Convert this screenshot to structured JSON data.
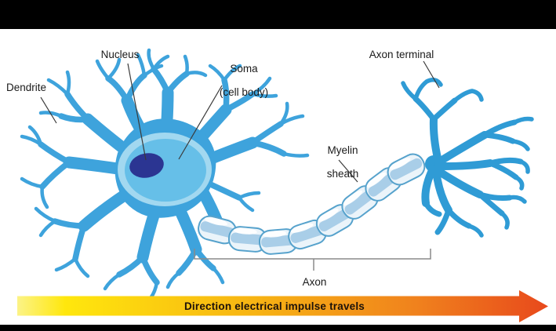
{
  "diagram": {
    "name": "Neuron anatomy diagram",
    "labels": {
      "dendrite": "Dendrite",
      "nucleus": "Nucleus",
      "soma": {
        "line1": "Soma",
        "line2": "(cell body)"
      },
      "axon_terminal": "Axon terminal",
      "myelin": {
        "line1": "Myelin",
        "line2": "sheath"
      },
      "axon": "Axon"
    },
    "direction_arrow": {
      "label": "Direction electrical impulse travels"
    },
    "colors": {
      "background": "#FFFFFF",
      "letterbox": "#000000",
      "cell_blue": "#3EA3DC",
      "terminal_blue": "#2F9BD5",
      "soma_pale": "#A2D8F0",
      "soma_light": "#66BFE8",
      "nucleus_navy": "#2B3592",
      "myelin_fill": "#EBF4FA",
      "myelin_stroke": "#56A2CC",
      "myelin_band": "#A9CEE8",
      "leader_line": "#3A3A3A",
      "bracket_gray": "#8A8A8A",
      "arrow_yellow": "#FCF387",
      "arrow_yellow2": "#FFE70D",
      "arrow_gold": "#F7B313",
      "arrow_orange2": "#F0821D",
      "arrow_orange": "#E8491C"
    }
  }
}
